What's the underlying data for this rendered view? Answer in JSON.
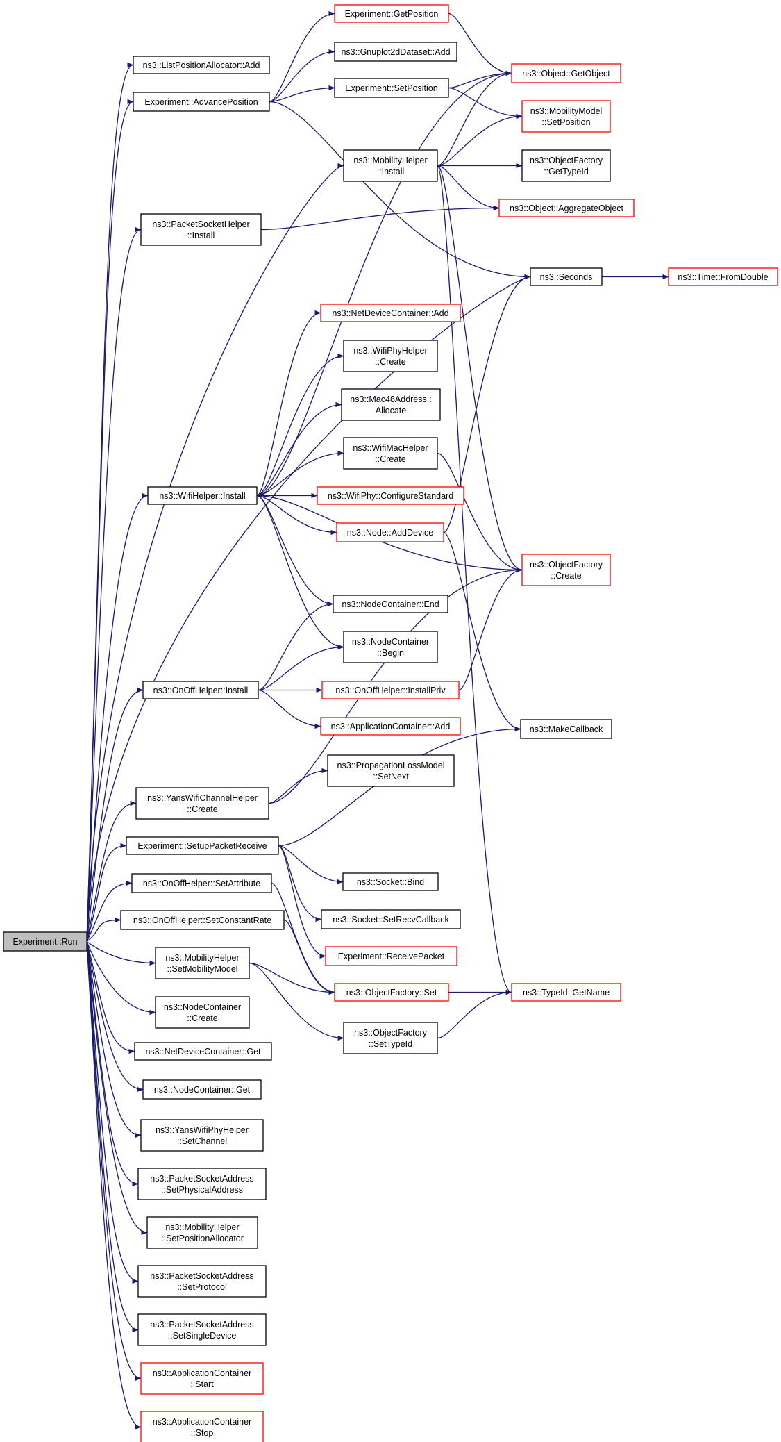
{
  "colors": {
    "edge": "#191970",
    "root_fill": "#bfbfbf",
    "node_fill": "#ffffff",
    "node_border": "#000000",
    "truncated_border": "#ff0000"
  },
  "nodes": [
    {
      "id": "run",
      "lines": [
        "Experiment::Run"
      ],
      "root": true
    },
    {
      "id": "listpos_add",
      "lines": [
        "ns3::ListPositionAllocator::Add"
      ]
    },
    {
      "id": "advance",
      "lines": [
        "Experiment::AdvancePosition"
      ]
    },
    {
      "id": "getpos",
      "lines": [
        "Experiment::GetPosition"
      ],
      "truncated": true
    },
    {
      "id": "gnuplot_add",
      "lines": [
        "ns3::Gnuplot2dDataset::Add"
      ]
    },
    {
      "id": "setpos",
      "lines": [
        "Experiment::SetPosition"
      ]
    },
    {
      "id": "getobject",
      "lines": [
        "ns3::Object::GetObject"
      ],
      "truncated": true
    },
    {
      "id": "mm_setpos",
      "lines": [
        "ns3::MobilityModel",
        "::SetPosition"
      ],
      "truncated": true
    },
    {
      "id": "mh_install",
      "lines": [
        "ns3::MobilityHelper",
        "::Install"
      ]
    },
    {
      "id": "of_gettypeid",
      "lines": [
        "ns3::ObjectFactory",
        "::GetTypeId"
      ]
    },
    {
      "id": "aggregate",
      "lines": [
        "ns3::Object::AggregateObject"
      ],
      "truncated": true
    },
    {
      "id": "psh_install",
      "lines": [
        "ns3::PacketSocketHelper",
        "::Install"
      ]
    },
    {
      "id": "seconds",
      "lines": [
        "ns3::Seconds"
      ]
    },
    {
      "id": "fromdouble",
      "lines": [
        "ns3::Time::FromDouble"
      ],
      "truncated": true
    },
    {
      "id": "ndc_add",
      "lines": [
        "ns3::NetDeviceContainer::Add"
      ],
      "truncated": true
    },
    {
      "id": "wph_create",
      "lines": [
        "ns3::WifiPhyHelper",
        "::Create"
      ]
    },
    {
      "id": "mac48",
      "lines": [
        "ns3::Mac48Address::",
        "Allocate"
      ]
    },
    {
      "id": "wmh_create",
      "lines": [
        "ns3::WifiMacHelper",
        "::Create"
      ]
    },
    {
      "id": "wifi_install",
      "lines": [
        "ns3::WifiHelper::Install"
      ]
    },
    {
      "id": "configstd",
      "lines": [
        "ns3::WifiPhy::ConfigureStandard"
      ],
      "truncated": true
    },
    {
      "id": "adddevice",
      "lines": [
        "ns3::Node::AddDevice"
      ],
      "truncated": true
    },
    {
      "id": "of_create",
      "lines": [
        "ns3::ObjectFactory",
        "::Create"
      ],
      "truncated": true
    },
    {
      "id": "nc_end",
      "lines": [
        "ns3::NodeContainer::End"
      ]
    },
    {
      "id": "nc_begin",
      "lines": [
        "ns3::NodeContainer",
        "::Begin"
      ]
    },
    {
      "id": "onoff_install",
      "lines": [
        "ns3::OnOffHelper::Install"
      ]
    },
    {
      "id": "installpriv",
      "lines": [
        "ns3::OnOffHelper::InstallPriv"
      ],
      "truncated": true
    },
    {
      "id": "appc_add",
      "lines": [
        "ns3::ApplicationContainer::Add"
      ],
      "truncated": true
    },
    {
      "id": "makecallback",
      "lines": [
        "ns3::MakeCallback"
      ]
    },
    {
      "id": "ywch_create",
      "lines": [
        "ns3::YansWifiChannelHelper",
        "::Create"
      ]
    },
    {
      "id": "plm_setnext",
      "lines": [
        "ns3::PropagationLossModel",
        "::SetNext"
      ]
    },
    {
      "id": "setup_recv",
      "lines": [
        "Experiment::SetupPacketReceive"
      ]
    },
    {
      "id": "sock_bind",
      "lines": [
        "ns3::Socket::Bind"
      ]
    },
    {
      "id": "onoff_setattr",
      "lines": [
        "ns3::OnOffHelper::SetAttribute"
      ]
    },
    {
      "id": "sock_setrecv",
      "lines": [
        "ns3::Socket::SetRecvCallback"
      ]
    },
    {
      "id": "recvpacket",
      "lines": [
        "Experiment::ReceivePacket"
      ],
      "truncated": true
    },
    {
      "id": "onoff_setrate",
      "lines": [
        "ns3::OnOffHelper::SetConstantRate"
      ]
    },
    {
      "id": "mh_setmobility",
      "lines": [
        "ns3::MobilityHelper",
        "::SetMobilityModel"
      ]
    },
    {
      "id": "of_set",
      "lines": [
        "ns3::ObjectFactory::Set"
      ],
      "truncated": true
    },
    {
      "id": "typeid_getname",
      "lines": [
        "ns3::TypeId::GetName"
      ],
      "truncated": true
    },
    {
      "id": "nc_create",
      "lines": [
        "ns3::NodeContainer",
        "::Create"
      ]
    },
    {
      "id": "of_settypeid",
      "lines": [
        "ns3::ObjectFactory",
        "::SetTypeId"
      ]
    },
    {
      "id": "ndc_get",
      "lines": [
        "ns3::NetDeviceContainer::Get"
      ]
    },
    {
      "id": "nc_get",
      "lines": [
        "ns3::NodeContainer::Get"
      ]
    },
    {
      "id": "ywph_setchannel",
      "lines": [
        "ns3::YansWifiPhyHelper",
        "::SetChannel"
      ]
    },
    {
      "id": "psa_setphys",
      "lines": [
        "ns3::PacketSocketAddress",
        "::SetPhysicalAddress"
      ]
    },
    {
      "id": "mh_setposalloc",
      "lines": [
        "ns3::MobilityHelper",
        "::SetPositionAllocator"
      ]
    },
    {
      "id": "psa_setproto",
      "lines": [
        "ns3::PacketSocketAddress",
        "::SetProtocol"
      ]
    },
    {
      "id": "psa_setsingle",
      "lines": [
        "ns3::PacketSocketAddress",
        "::SetSingleDevice"
      ]
    },
    {
      "id": "appc_start",
      "lines": [
        "ns3::ApplicationContainer",
        "::Start"
      ],
      "truncated": true
    },
    {
      "id": "appc_stop",
      "lines": [
        "ns3::ApplicationContainer",
        "::Stop"
      ],
      "truncated": true
    }
  ],
  "edges": [
    [
      "run",
      "listpos_add"
    ],
    [
      "run",
      "advance"
    ],
    [
      "run",
      "mh_install"
    ],
    [
      "run",
      "psh_install"
    ],
    [
      "run",
      "seconds"
    ],
    [
      "run",
      "wifi_install"
    ],
    [
      "run",
      "onoff_install"
    ],
    [
      "run",
      "ywch_create"
    ],
    [
      "run",
      "setup_recv"
    ],
    [
      "run",
      "onoff_setattr"
    ],
    [
      "run",
      "onoff_setrate"
    ],
    [
      "run",
      "mh_setmobility"
    ],
    [
      "run",
      "nc_create"
    ],
    [
      "run",
      "ndc_get"
    ],
    [
      "run",
      "nc_get"
    ],
    [
      "run",
      "ywph_setchannel"
    ],
    [
      "run",
      "psa_setphys"
    ],
    [
      "run",
      "mh_setposalloc"
    ],
    [
      "run",
      "psa_setproto"
    ],
    [
      "run",
      "psa_setsingle"
    ],
    [
      "run",
      "appc_start"
    ],
    [
      "run",
      "appc_stop"
    ],
    [
      "advance",
      "getpos"
    ],
    [
      "advance",
      "gnuplot_add"
    ],
    [
      "advance",
      "setpos"
    ],
    [
      "advance",
      "seconds"
    ],
    [
      "getpos",
      "getobject"
    ],
    [
      "setpos",
      "getobject"
    ],
    [
      "setpos",
      "mm_setpos"
    ],
    [
      "mh_install",
      "getobject"
    ],
    [
      "mh_install",
      "mm_setpos"
    ],
    [
      "mh_install",
      "of_gettypeid"
    ],
    [
      "mh_install",
      "aggregate"
    ],
    [
      "mh_install",
      "of_create"
    ],
    [
      "mh_install",
      "typeid_getname"
    ],
    [
      "psh_install",
      "aggregate"
    ],
    [
      "seconds",
      "fromdouble"
    ],
    [
      "wifi_install",
      "getobject"
    ],
    [
      "wifi_install",
      "ndc_add"
    ],
    [
      "wifi_install",
      "wph_create"
    ],
    [
      "wifi_install",
      "mac48"
    ],
    [
      "wifi_install",
      "wmh_create"
    ],
    [
      "wifi_install",
      "configstd"
    ],
    [
      "wifi_install",
      "adddevice"
    ],
    [
      "wifi_install",
      "of_create"
    ],
    [
      "wifi_install",
      "nc_end"
    ],
    [
      "wifi_install",
      "nc_begin"
    ],
    [
      "wmh_create",
      "of_create"
    ],
    [
      "adddevice",
      "seconds"
    ],
    [
      "adddevice",
      "makecallback"
    ],
    [
      "onoff_install",
      "nc_end"
    ],
    [
      "onoff_install",
      "nc_begin"
    ],
    [
      "onoff_install",
      "installpriv"
    ],
    [
      "onoff_install",
      "appc_add"
    ],
    [
      "installpriv",
      "of_create"
    ],
    [
      "ywch_create",
      "plm_setnext"
    ],
    [
      "ywch_create",
      "of_create"
    ],
    [
      "setup_recv",
      "makecallback"
    ],
    [
      "setup_recv",
      "sock_bind"
    ],
    [
      "setup_recv",
      "sock_setrecv"
    ],
    [
      "setup_recv",
      "recvpacket"
    ],
    [
      "onoff_setattr",
      "of_set"
    ],
    [
      "onoff_setrate",
      "of_set"
    ],
    [
      "mh_setmobility",
      "of_set"
    ],
    [
      "mh_setmobility",
      "of_settypeid"
    ],
    [
      "of_set",
      "typeid_getname"
    ],
    [
      "of_settypeid",
      "typeid_getname"
    ]
  ]
}
